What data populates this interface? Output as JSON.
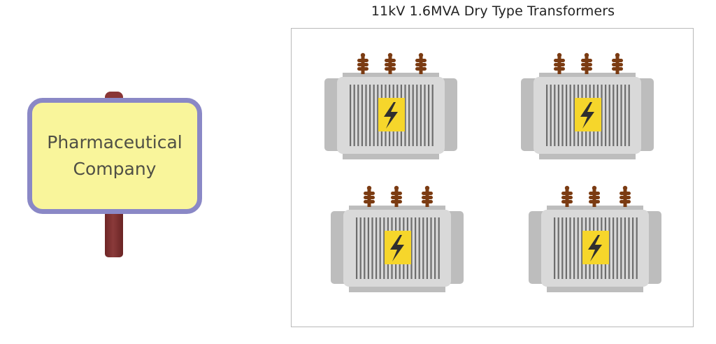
{
  "diagram": {
    "title": "11kV 1.6MVA Dry Type Transformers",
    "sign": {
      "line1": "Pharmaceutical",
      "line2": "Company",
      "colors": {
        "board": "#f9f59b",
        "border": "#8a88c6",
        "post": "#7a2e2e",
        "text": "#4f4f45"
      }
    },
    "transformers": [
      {
        "id": "transformer-1",
        "rating": "11kV 1.6MVA",
        "type": "Dry Type",
        "icon": "lightning-bolt-icon"
      },
      {
        "id": "transformer-2",
        "rating": "11kV 1.6MVA",
        "type": "Dry Type",
        "icon": "lightning-bolt-icon"
      },
      {
        "id": "transformer-3",
        "rating": "11kV 1.6MVA",
        "type": "Dry Type",
        "icon": "lightning-bolt-icon"
      },
      {
        "id": "transformer-4",
        "rating": "11kV 1.6MVA",
        "type": "Dry Type",
        "icon": "lightning-bolt-icon"
      }
    ],
    "colors": {
      "body": "#d9d9d9",
      "side": "#bdbdbd",
      "fins": "#6d6d6d",
      "badge": "#f6d62b",
      "bolt": "#2f2f2f",
      "bushing": "#7b3b12"
    }
  }
}
